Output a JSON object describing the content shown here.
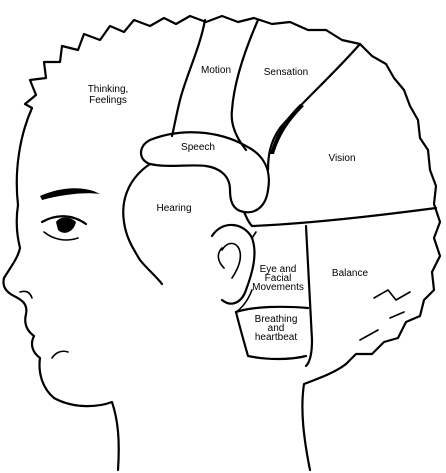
{
  "diagram": {
    "regions": [
      {
        "id": "thinking",
        "label_lines": [
          "Thinking,",
          "Feelings"
        ]
      },
      {
        "id": "motion",
        "label_lines": [
          "Motion"
        ]
      },
      {
        "id": "sensation",
        "label_lines": [
          "Sensation"
        ]
      },
      {
        "id": "speech",
        "label_lines": [
          "Speech"
        ]
      },
      {
        "id": "vision",
        "label_lines": [
          "Vision"
        ]
      },
      {
        "id": "hearing",
        "label_lines": [
          "Hearing"
        ]
      },
      {
        "id": "eye-movements",
        "label_lines": [
          "Eye and",
          "Facial",
          "Movements"
        ]
      },
      {
        "id": "balance",
        "label_lines": [
          "Balance"
        ]
      },
      {
        "id": "breathing",
        "label_lines": [
          "Breathing",
          "and",
          "heartbeat"
        ]
      }
    ]
  }
}
